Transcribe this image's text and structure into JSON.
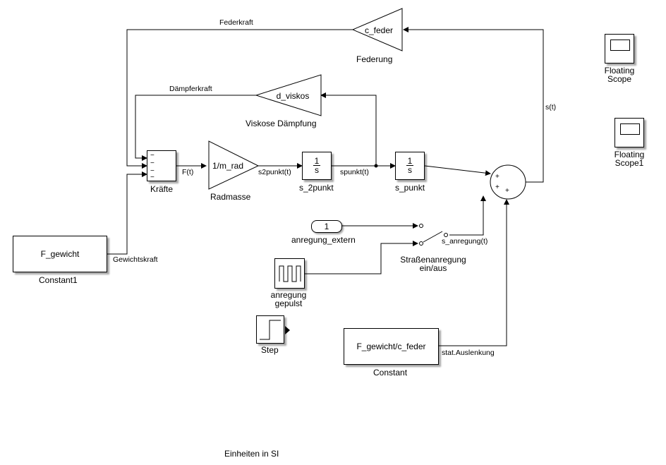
{
  "blocks": {
    "federung": {
      "text": "c_feder",
      "label": "Federung"
    },
    "viskos": {
      "text": "d_viskos",
      "label": "Viskose Dämpfung"
    },
    "kraefte": {
      "label": "Kräfte",
      "signs": [
        "−",
        "−",
        "−",
        "−"
      ]
    },
    "radmasse": {
      "text": "1/m_rad",
      "label": "Radmasse"
    },
    "s2punkt": {
      "num": "1",
      "den": "s",
      "label": "s_2punkt"
    },
    "spunkt": {
      "num": "1",
      "den": "s",
      "label": "s_punkt"
    },
    "sum": {
      "signs": [
        "+",
        "+",
        "+"
      ]
    },
    "constant1": {
      "text": "F_gewicht",
      "label": "Constant1"
    },
    "constant": {
      "text": "F_gewicht/c_feder",
      "label": "Constant"
    },
    "extern": {
      "text": "1",
      "label": "anregung_extern"
    },
    "pulse": {
      "label_line1": "anregung",
      "label_line2": "gepulst"
    },
    "step": {
      "label": "Step"
    },
    "switch": {
      "label_line1": "Straßenanregung",
      "label_line2": "ein/aus"
    },
    "scope": {
      "label_line1": "Floating",
      "label_line2": "Scope"
    },
    "scope1": {
      "label_line1": "Floating",
      "label_line2": "Scope1"
    }
  },
  "signals": {
    "federkraft": "Federkraft",
    "daempferkraft": "Dämpferkraft",
    "ft": "F(t)",
    "s2punkt": "s2punkt(t)",
    "spunkt": "spunkt(t)",
    "st": "s(t)",
    "gewichtskraft": "Gewichtskraft",
    "s_anregung": "s_anregung(t)",
    "stat": "stat.Auslenkung"
  },
  "footer": "Einheiten in SI"
}
